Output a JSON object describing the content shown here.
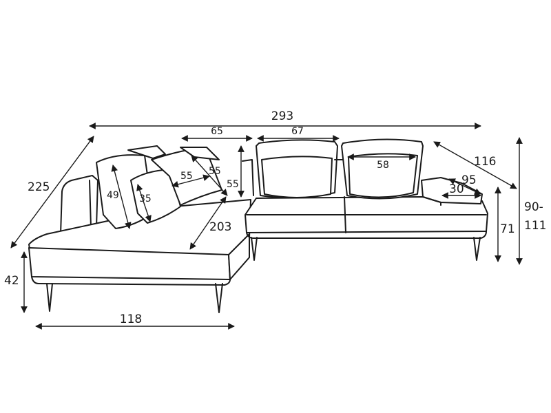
{
  "dimensions": {
    "total_width": "293",
    "top_cushion_left": "65",
    "top_cushion_right": "67",
    "diagonal_left": "225",
    "diagonal_right": "116",
    "pillow_height": "49",
    "small_pillow_height": "35",
    "pillow_55_a": "55",
    "pillow_55_b": "55",
    "cushion_height": "55",
    "back_cushion_width": "58",
    "arm_depth": "95",
    "arm_width": "30",
    "chaise_length": "203",
    "seat_height": "42",
    "chaise_width": "118",
    "back_height": "71",
    "headrest_height_line1": "90-",
    "headrest_height_line2": "111"
  }
}
